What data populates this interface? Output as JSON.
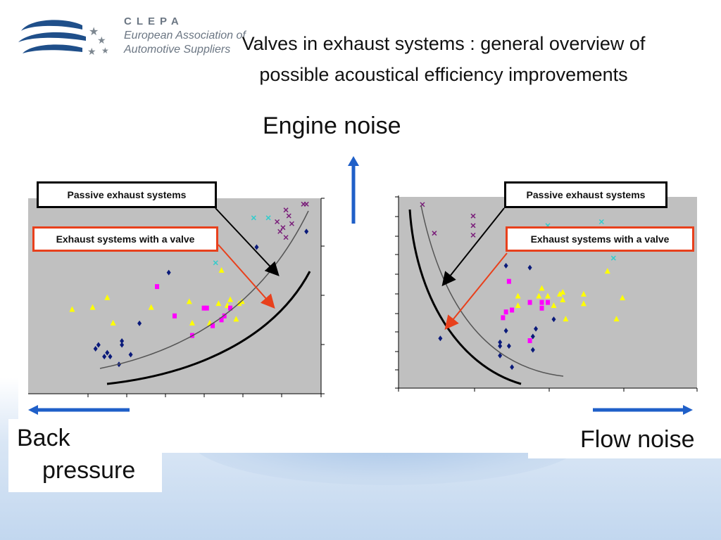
{
  "logo": {
    "name": "CLEPA",
    "line1": "European Association of",
    "line2": "Automotive Suppliers"
  },
  "title": {
    "line1": "Valves in exhaust systems : general overview of",
    "line2": "possible acoustical efficiency improvements"
  },
  "axes": {
    "up_label": "Engine noise",
    "left_label_line1": "Back",
    "left_label_line2": "pressure",
    "right_label": "Flow noise"
  },
  "callouts": {
    "passive": "Passive exhaust systems",
    "valve": "Exhaust systems with a valve"
  },
  "colors": {
    "arrow_blue": "#1f5fc8",
    "callout_red": "#e8401c",
    "plot_bg": "#c0c0c0",
    "series_diamond": "#0a1a7a",
    "series_triangle": "#ffff00",
    "series_square": "#ff00ff",
    "series_x_cyan": "#33cccc",
    "series_x_purple": "#7a1e7a"
  },
  "chart_data": [
    {
      "type": "scatter",
      "title": "",
      "xlabel": "",
      "ylabel": "",
      "series": [
        {
          "marker": "diamond",
          "points": [
            [
              0.23,
              0.23
            ],
            [
              0.24,
              0.25
            ],
            [
              0.26,
              0.19
            ],
            [
              0.27,
              0.21
            ],
            [
              0.28,
              0.19
            ],
            [
              0.31,
              0.15
            ],
            [
              0.32,
              0.25
            ],
            [
              0.32,
              0.27
            ],
            [
              0.35,
              0.2
            ],
            [
              0.38,
              0.36
            ],
            [
              0.48,
              0.62
            ],
            [
              0.78,
              0.75
            ],
            [
              0.95,
              0.83
            ]
          ]
        },
        {
          "marker": "triangle",
          "points": [
            [
              0.15,
              0.43
            ],
            [
              0.22,
              0.44
            ],
            [
              0.27,
              0.49
            ],
            [
              0.29,
              0.36
            ],
            [
              0.42,
              0.44
            ],
            [
              0.55,
              0.47
            ],
            [
              0.56,
              0.36
            ],
            [
              0.62,
              0.36
            ],
            [
              0.65,
              0.46
            ],
            [
              0.68,
              0.45
            ],
            [
              0.69,
              0.48
            ],
            [
              0.71,
              0.38
            ],
            [
              0.72,
              0.46
            ],
            [
              0.73,
              0.47
            ],
            [
              0.66,
              0.63
            ]
          ]
        },
        {
          "marker": "square",
          "points": [
            [
              0.44,
              0.55
            ],
            [
              0.5,
              0.4
            ],
            [
              0.56,
              0.3
            ],
            [
              0.6,
              0.44
            ],
            [
              0.61,
              0.44
            ],
            [
              0.63,
              0.35
            ],
            [
              0.66,
              0.38
            ],
            [
              0.67,
              0.4
            ],
            [
              0.69,
              0.44
            ]
          ]
        },
        {
          "marker": "x",
          "color": "cyan",
          "points": [
            [
              0.64,
              0.67
            ],
            [
              0.77,
              0.9
            ],
            [
              0.82,
              0.9
            ]
          ]
        },
        {
          "marker": "x",
          "color": "purple",
          "points": [
            [
              0.85,
              0.88
            ],
            [
              0.86,
              0.83
            ],
            [
              0.87,
              0.85
            ],
            [
              0.88,
              0.8
            ],
            [
              0.89,
              0.91
            ],
            [
              0.9,
              0.87
            ],
            [
              0.88,
              0.94
            ],
            [
              0.94,
              0.97
            ],
            [
              0.95,
              0.97
            ]
          ]
        }
      ]
    },
    {
      "type": "scatter",
      "title": "",
      "xlabel": "",
      "ylabel": "",
      "series": [
        {
          "marker": "diamond",
          "points": [
            [
              0.36,
              0.64
            ],
            [
              0.34,
              0.22
            ],
            [
              0.37,
              0.22
            ],
            [
              0.34,
              0.24
            ],
            [
              0.36,
              0.3
            ],
            [
              0.34,
              0.17
            ],
            [
              0.38,
              0.11
            ],
            [
              0.45,
              0.2
            ],
            [
              0.45,
              0.27
            ],
            [
              0.46,
              0.31
            ],
            [
              0.52,
              0.36
            ],
            [
              0.44,
              0.63
            ],
            [
              0.14,
              0.26
            ]
          ]
        },
        {
          "marker": "triangle",
          "points": [
            [
              0.4,
              0.43
            ],
            [
              0.4,
              0.48
            ],
            [
              0.47,
              0.48
            ],
            [
              0.48,
              0.52
            ],
            [
              0.5,
              0.48
            ],
            [
              0.52,
              0.43
            ],
            [
              0.54,
              0.49
            ],
            [
              0.55,
              0.5
            ],
            [
              0.55,
              0.46
            ],
            [
              0.56,
              0.36
            ],
            [
              0.62,
              0.49
            ],
            [
              0.62,
              0.44
            ],
            [
              0.7,
              0.61
            ],
            [
              0.73,
              0.36
            ],
            [
              0.75,
              0.47
            ]
          ]
        },
        {
          "marker": "square",
          "points": [
            [
              0.35,
              0.37
            ],
            [
              0.36,
              0.4
            ],
            [
              0.37,
              0.56
            ],
            [
              0.38,
              0.41
            ],
            [
              0.44,
              0.45
            ],
            [
              0.48,
              0.45
            ],
            [
              0.5,
              0.45
            ],
            [
              0.48,
              0.42
            ],
            [
              0.44,
              0.25
            ]
          ]
        },
        {
          "marker": "x",
          "color": "cyan",
          "points": [
            [
              0.5,
              0.85
            ],
            [
              0.68,
              0.87
            ],
            [
              0.72,
              0.68
            ]
          ]
        },
        {
          "marker": "x",
          "color": "purple",
          "points": [
            [
              0.08,
              0.96
            ],
            [
              0.12,
              0.81
            ],
            [
              0.25,
              0.9
            ],
            [
              0.25,
              0.85
            ],
            [
              0.25,
              0.8
            ]
          ]
        }
      ]
    }
  ]
}
